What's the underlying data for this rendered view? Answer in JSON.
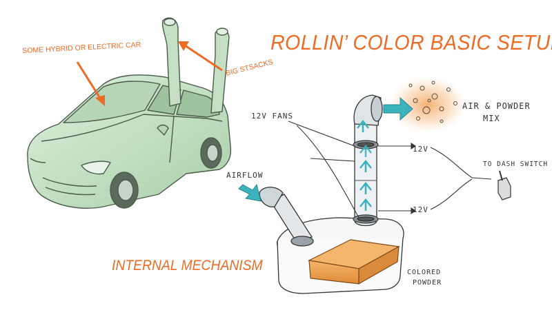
{
  "title": "ROLLIN’ COLOR BASIC SETUP",
  "subtitle": "INTERNAL MECHANISM",
  "labels": {
    "car": "SOME HYBRID OR ELECTRIC CAR",
    "stacks": "BIG STSACKS",
    "fans": "12V FANS",
    "airflow": "AIRFLOW",
    "voltage_top": "12V",
    "voltage_bottom": "12V",
    "dash_switch": "TO DASH SWITCH",
    "mix_line1": "AIR & POWDER",
    "mix_line2": "MIX",
    "powder_line1": "COLORED",
    "powder_line2": "POWDER"
  },
  "colors": {
    "accent": "#ef6a22",
    "car_fill": "#c9e2c9",
    "arrow_teal": "#3bb3bd",
    "powder": "#f0a14c"
  }
}
